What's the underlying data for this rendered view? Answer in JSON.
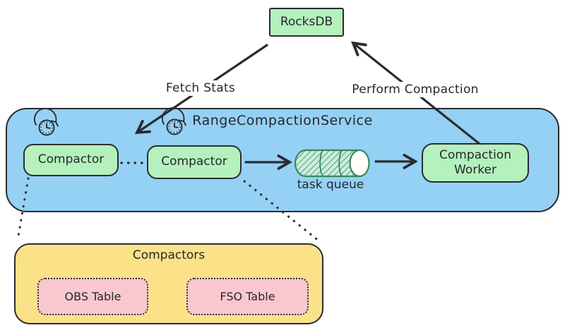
{
  "nodes": {
    "rocksdb": "RocksDB",
    "service_title": "RangeCompactionService",
    "compactor_left": "Compactor",
    "compactor_right": "Compactor",
    "task_queue": "task queue",
    "compaction_worker": "Compaction Worker",
    "group_title": "Compactors",
    "obs_table": "OBS Table",
    "fso_table": "FSO Table"
  },
  "edges": {
    "fetch_stats": "Fetch Stats",
    "perform_compaction": "Perform Compaction"
  },
  "colors": {
    "node_green": "#b4f1bc",
    "service_blue": "#95d1f5",
    "group_yellow": "#fbe289",
    "table_pink": "#f9c8ce",
    "stroke_dark": "#2b2b32",
    "cylinder_green": "#38875f",
    "cylinder_hatch": "#5cab87",
    "cylinder_face": "#fffef8"
  }
}
